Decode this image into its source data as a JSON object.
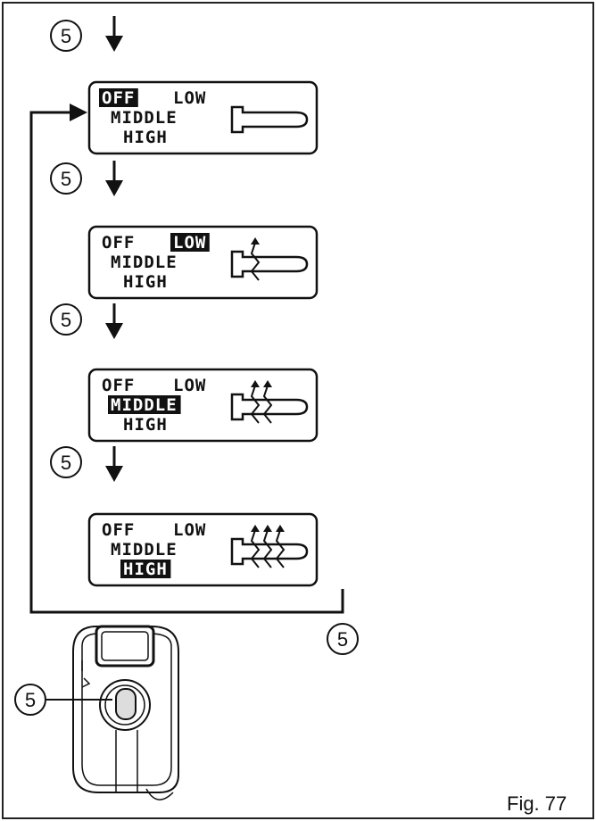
{
  "figure_label": "Fig. 77",
  "callout": "5",
  "levels": {
    "off": "OFF",
    "low": "LOW",
    "middle": "MIDDLE",
    "high": "HIGH"
  },
  "panels": [
    {
      "active": "off",
      "heat_arrows": 0
    },
    {
      "active": "low",
      "heat_arrows": 1
    },
    {
      "active": "middle",
      "heat_arrows": 2
    },
    {
      "active": "high",
      "heat_arrows": 3
    }
  ]
}
